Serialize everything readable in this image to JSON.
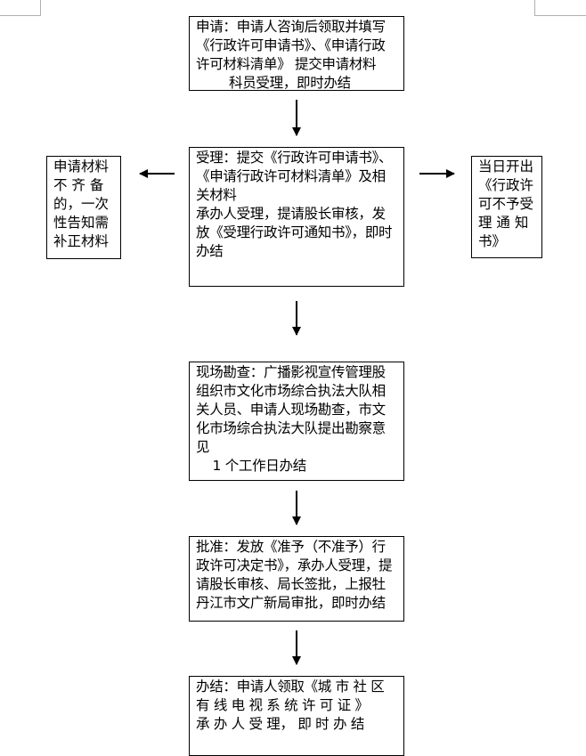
{
  "flowchart": {
    "apply": {
      "lines": [
        "申请：申请人咨询后领取并填写",
        "《行政许可申请书》、《申请行政",
        "许可材料清单》 提交申请材料",
        "        科员受理，即时办结"
      ]
    },
    "accept": {
      "lines": [
        "受理：提交《行政许可申请书》、",
        "《申请行政许可材料清单》及相",
        "关材料",
        "承办人受理，提请股长审核，发",
        "放《受理行政许可通知书》，即时",
        "办结"
      ]
    },
    "incomplete": {
      "lines": [
        "申请材料",
        "不 齐 备",
        "的，一次",
        "性告知需",
        "补正材料"
      ]
    },
    "reject": {
      "lines": [
        "当日开出",
        "《行政许",
        "可不予受",
        "理 通 知",
        "书》"
      ]
    },
    "inspect": {
      "lines": [
        "现场勘查：广播影视宣传管理股",
        "组织市文化市场综合执法大队相",
        "关人员、申请人现场勘查，市文",
        "化市场综合执法大队提出勘察意",
        "见",
        "    1 个工作日办结"
      ]
    },
    "approve": {
      "lines": [
        "批准：发放《准予（不准予）行",
        "政许可决定书》，承办人受理，提",
        "请股长审核、局长签批，上报牡",
        "丹江市文广新局审批，即时办结"
      ]
    },
    "complete": {
      "lines": [
        "办结：申请人领取《城 市 社 区",
        "有 线 电 视 系 统 许 可 证 》",
        "承 办 人 受 理， 即 时 办 结"
      ]
    }
  }
}
